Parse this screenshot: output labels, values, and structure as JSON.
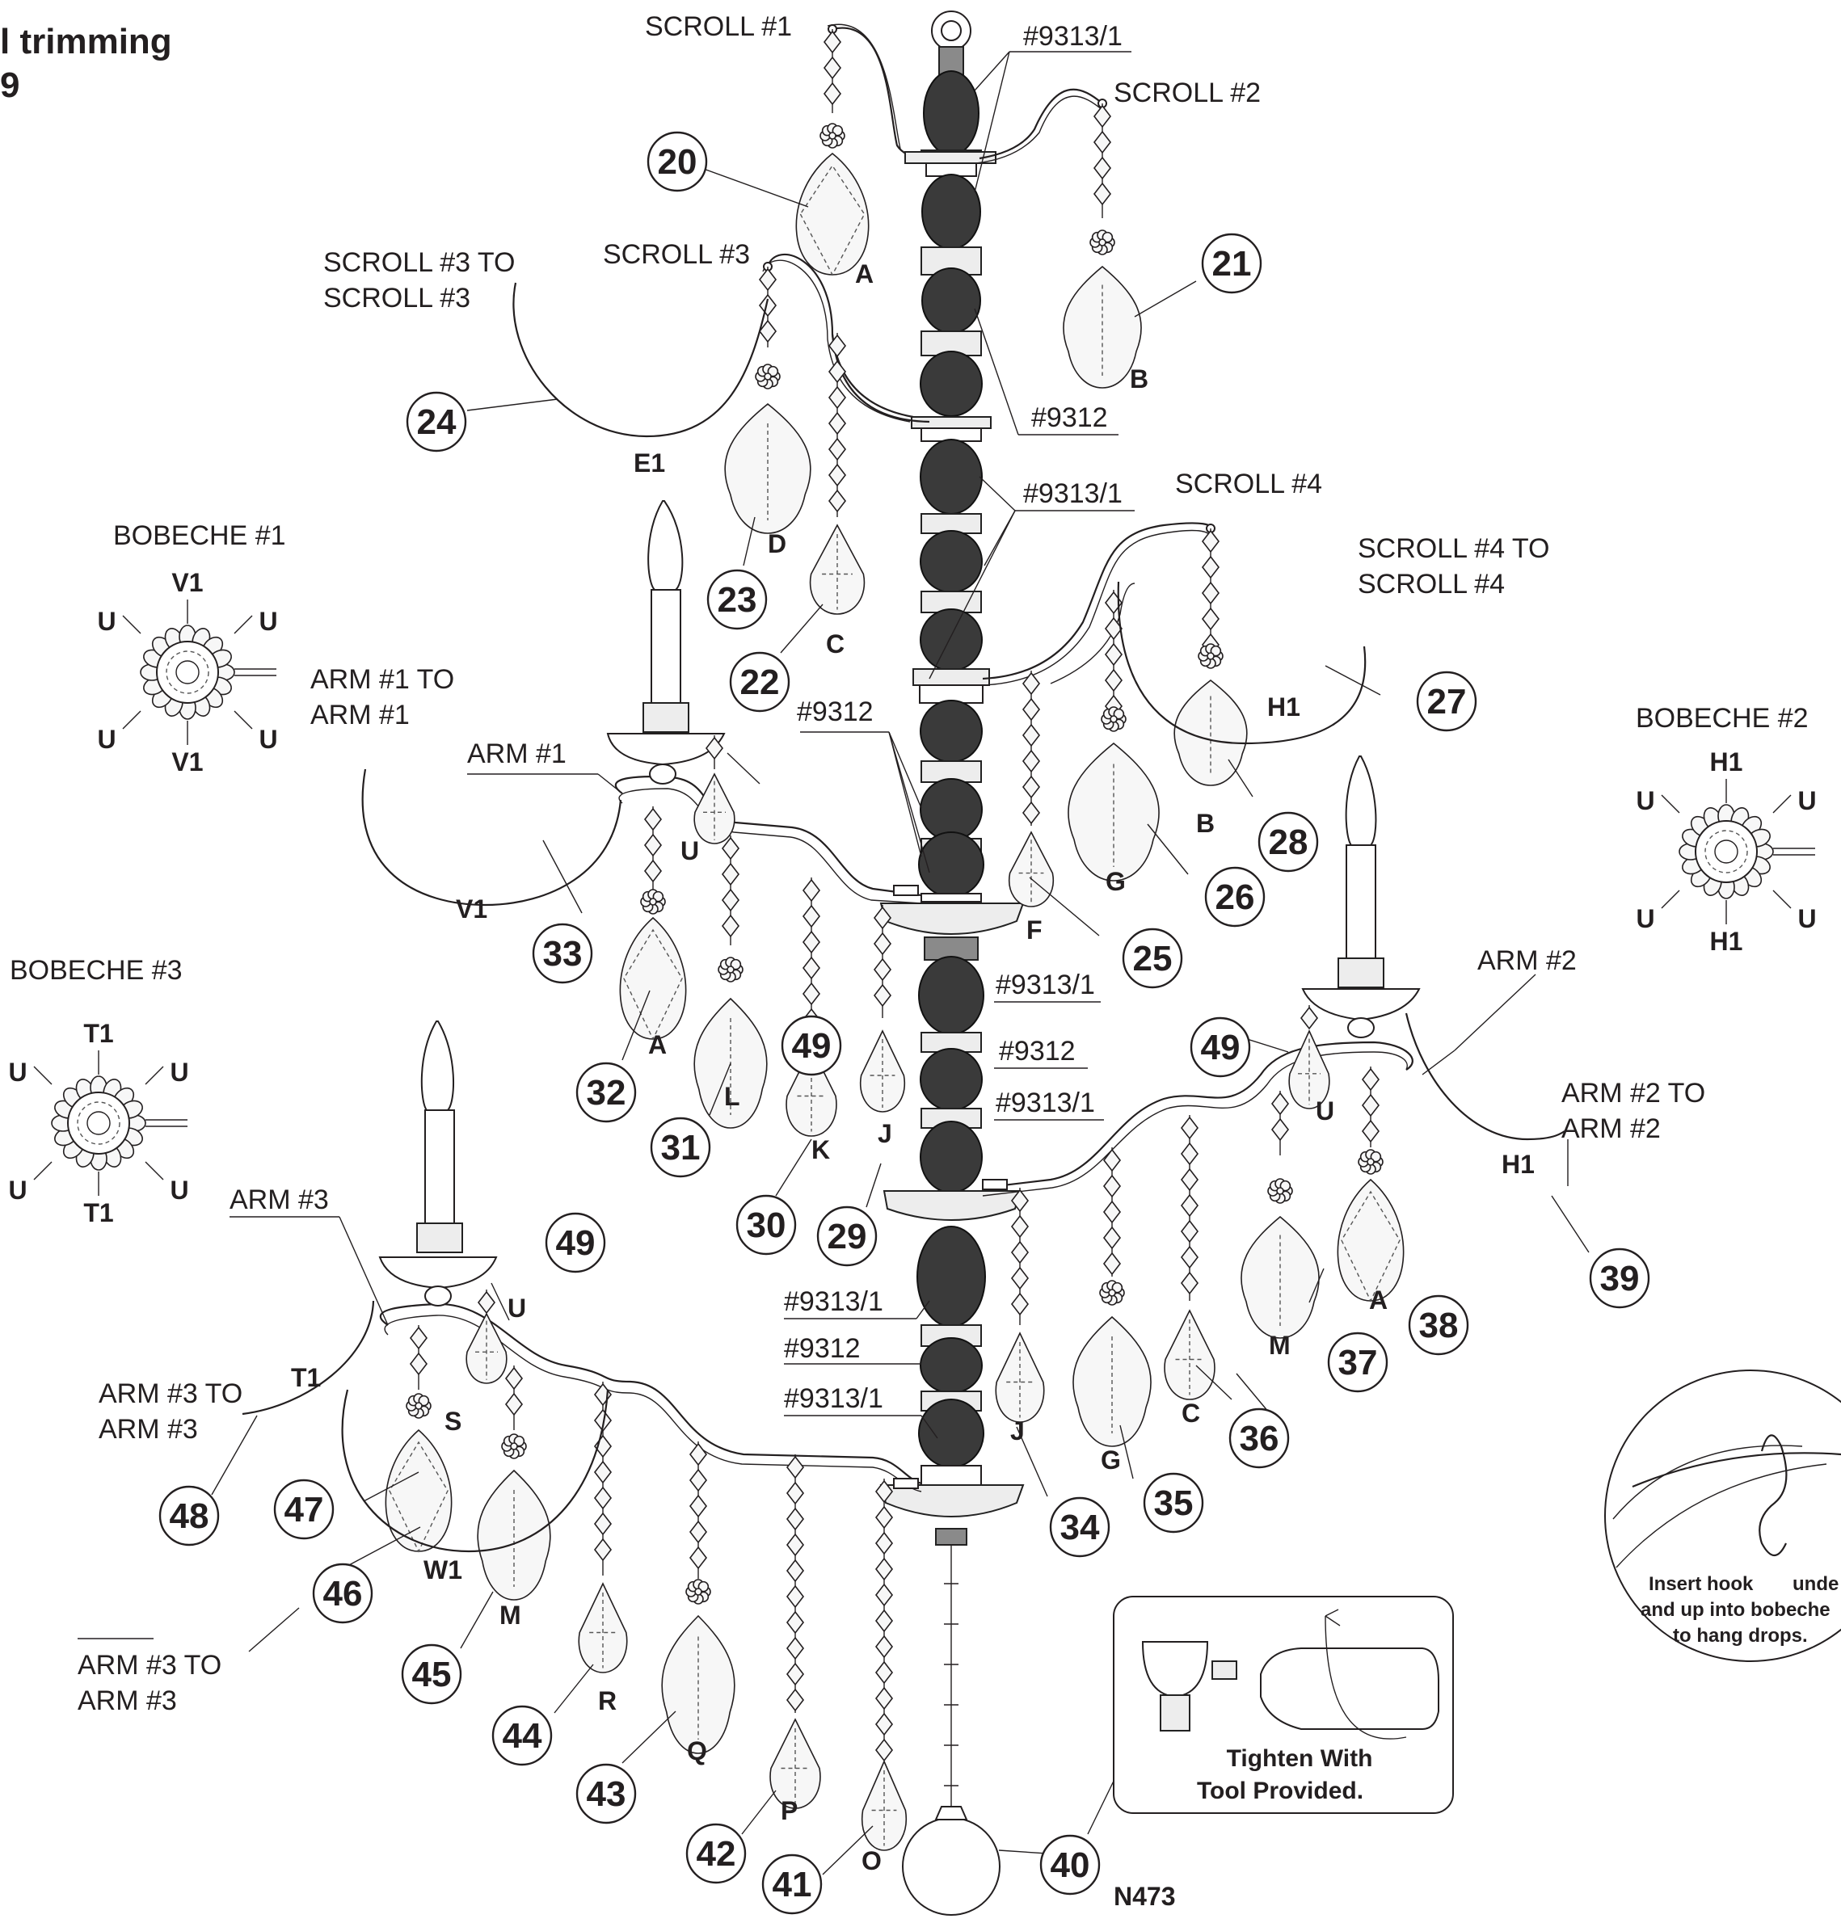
{
  "header": {
    "line1": "l trimming",
    "line2": "9"
  },
  "column_labels": {
    "scroll1": "SCROLL #1",
    "scroll2": "SCROLL #2",
    "scroll3": "SCROLL #3",
    "scroll3_to_a": "SCROLL #3 TO",
    "scroll3_to_b": "SCROLL #3",
    "scroll4": "SCROLL #4",
    "scroll4_to_a": "SCROLL #4 TO",
    "scroll4_to_b": "SCROLL #4",
    "arm1": "ARM #1",
    "arm1_to_a": "ARM #1 TO",
    "arm1_to_b": "ARM #1",
    "arm2": "ARM #2",
    "arm2_to_a": "ARM #2 TO",
    "arm2_to_b": "ARM #2",
    "arm3": "ARM #3",
    "arm3_to_a": "ARM #3 TO",
    "arm3_to_b": "ARM #3",
    "arm3_to2_a": "ARM #3 TO",
    "arm3_to2_b": "ARM #3"
  },
  "column_parts": [
    "#9313/1",
    "#9312",
    "#9313/1",
    "#9312",
    "#9313/1",
    "#9312",
    "#9313/1",
    "#9313/1",
    "#9312",
    "#9313/1"
  ],
  "bobeches": [
    {
      "title": "BOBECHE #1",
      "top": "V1",
      "bottom": "V1",
      "ul": "U",
      "ur": "U",
      "ll": "U",
      "lr": "U"
    },
    {
      "title": "BOBECHE #2",
      "top": "H1",
      "bottom": "H1",
      "ul": "U",
      "ur": "U",
      "ll": "U",
      "lr": "U"
    },
    {
      "title": "BOBECHE #3",
      "top": "T1",
      "bottom": "T1",
      "ul": "U",
      "ur": "U",
      "ll": "U",
      "lr": "U"
    }
  ],
  "callouts": [
    "20",
    "21",
    "22",
    "23",
    "24",
    "25",
    "26",
    "27",
    "28",
    "29",
    "30",
    "31",
    "32",
    "33",
    "34",
    "35",
    "36",
    "37",
    "38",
    "39",
    "40",
    "41",
    "42",
    "43",
    "44",
    "45",
    "46",
    "47",
    "48",
    "49",
    "49",
    "49"
  ],
  "drop_letters": {
    "d20": "A",
    "d21": "B",
    "d23": "D",
    "d22": "C",
    "e1": "E1",
    "d26": "G",
    "d28": "B",
    "h1a": "H1",
    "d25": "F",
    "v1": "V1",
    "u1": "U",
    "d32": "A",
    "d31": "L",
    "d30": "K",
    "d29": "J",
    "d34": "J",
    "d35": "G",
    "d36": "C",
    "d37": "M",
    "d38": "A",
    "u2": "U",
    "h1b": "H1",
    "u3": "U",
    "t1": "T1",
    "d47": "S",
    "w1": "W1",
    "d45": "M",
    "d44": "R",
    "d43": "Q",
    "d42": "P",
    "d41": "O",
    "n473": "N473"
  },
  "hook_note": {
    "line1": "Insert hook",
    "line1b": "unde",
    "line2": "and up into bobeche",
    "line3": "to hang drops."
  },
  "tool_note": {
    "line1": "Tighten With",
    "line2": "Tool Provided."
  }
}
